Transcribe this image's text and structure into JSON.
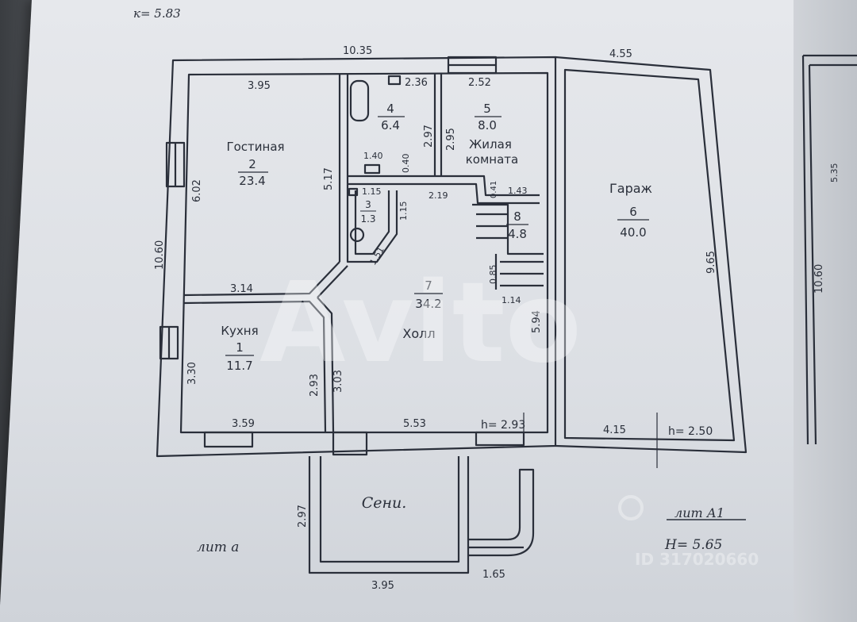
{
  "header": {
    "height_note": "к= 5.83"
  },
  "dimensions": {
    "top_main": "10.35",
    "top_garage": "4.55",
    "left_total": "10.60",
    "gostinaya_top": "3.95",
    "gostinaya_left": "6.02",
    "gostinaya_right": "5.17",
    "kitchen_top": "3.14",
    "kitchen_left": "3.30",
    "kitchen_bottom": "3.59",
    "kitchen_right": "2.93",
    "hall_inner_left": "3.03",
    "hall_bottom": "5.53",
    "hall_right": "5.94",
    "room5_top": "2.52",
    "room5_left": "2.95",
    "room4_right": "2.97",
    "room4_top": "2.36",
    "d_140": "1.40",
    "d_040": "0.40",
    "d_115": "1.15",
    "d_115b": "1.15",
    "d_219": "2.19",
    "d_041": "0.41",
    "d_143": "1.43",
    "d_151": "1.51",
    "d_085": "0.85",
    "d_114": "1.14",
    "garage_right": "9.65",
    "garage_bottom": "4.15",
    "seni_left": "2.97",
    "seni_bottom": "3.95",
    "porch_bottom": "1.65",
    "right_plan_left": "10.60",
    "right_plan_inner": "5.35"
  },
  "rooms": {
    "r1": {
      "name": "Кухня",
      "num": "1",
      "area": "11.7"
    },
    "r2": {
      "name": "Гостиная",
      "num": "2",
      "area": "23.4"
    },
    "r3": {
      "num": "3",
      "area": "1.3"
    },
    "r4": {
      "num": "4",
      "area": "6.4"
    },
    "r5": {
      "name1": "Жилая",
      "name2": "комната",
      "num": "5",
      "area": "8.0"
    },
    "r6": {
      "name": "Гараж",
      "num": "6",
      "area": "40.0"
    },
    "r7": {
      "name": "Холл",
      "num": "7",
      "area": "34.2"
    },
    "r8": {
      "num": "8",
      "area": "4.8"
    },
    "seni": {
      "name": "Сени."
    }
  },
  "heights": {
    "hall": "h= 2.93",
    "garage": "h= 2.50"
  },
  "labels": {
    "lit_a": "лит а",
    "lit_a1": "лит А1",
    "h_565": "Н= 5.65"
  },
  "watermark": {
    "logo": "Avito",
    "id": "ID 317020660"
  },
  "colors": {
    "ink": "#2a2f3a",
    "paper": "#e4e6ea"
  }
}
